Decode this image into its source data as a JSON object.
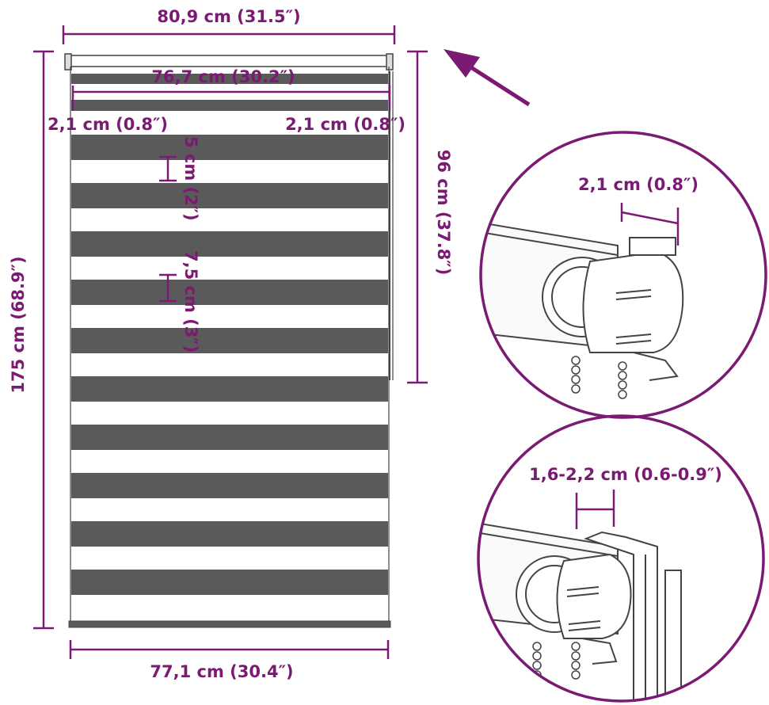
{
  "colors": {
    "accent": "#7a1a72",
    "stripe_dark": "#5a5a5a",
    "stripe_light": "#ffffff",
    "line": "#444444"
  },
  "dimensions": {
    "total_width": "80,9 cm (31.5″)",
    "fabric_width": "76,7 cm (30.2″)",
    "bracket_left": "2,1 cm (0.8″)",
    "bracket_right": "2,1 cm (0.8″)",
    "dark_stripe": "5 cm (2″)",
    "light_stripe": "7,5 cm (3″)",
    "drop_height": "175 cm (68.9″)",
    "chain_length": "96 cm (37.8″)",
    "bottom_width": "77,1 cm (30.4″)",
    "detail_bracket": "2,1 cm (0.8″)",
    "detail_clearance": "1,6-2,2 cm (0.6-0.9″)"
  },
  "icons": [
    "arrow-icon",
    "zoom-circle-icon",
    "bead-chain-icon"
  ]
}
